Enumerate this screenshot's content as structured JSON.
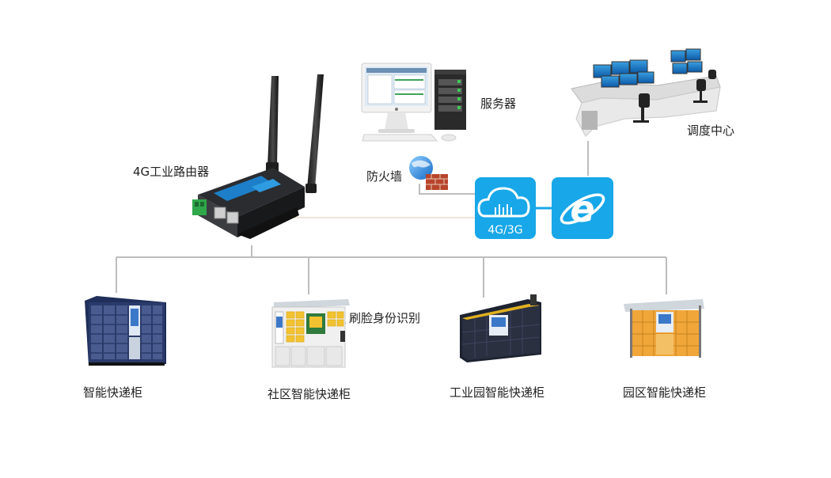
{
  "router": {
    "label": "4G工业路由器"
  },
  "server": {
    "label": "服务器"
  },
  "firewall": {
    "label": "防火墙"
  },
  "dispatch": {
    "label": "调度中心"
  },
  "cloud": {
    "label": "4G/3G",
    "color": "#18a7e8"
  },
  "internet": {
    "color": "#18a7e8"
  },
  "face_recognition": {
    "label": "刷脸身份识别"
  },
  "lockers": [
    {
      "label": "智能快递柜"
    },
    {
      "label": "社区智能快递柜"
    },
    {
      "label": "工业园智能快递柜"
    },
    {
      "label": "园区智能快递柜"
    }
  ],
  "colors": {
    "line_gray": "#bdbdbd",
    "line_tan": "#d8c7a8",
    "accent": "#18a7e8",
    "locker_yellow": "#f2c230",
    "locker_orange": "#e9a032"
  }
}
